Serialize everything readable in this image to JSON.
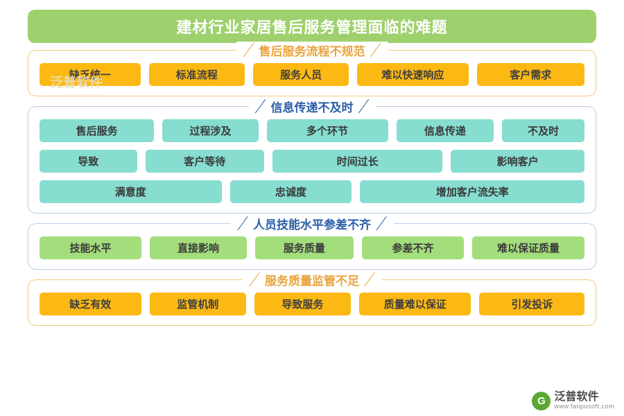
{
  "title": "建材行业家居售后服务管理面临的难题",
  "colors": {
    "title_bg": "#9ed16e",
    "orange_chip": "#fcb913",
    "teal_chip": "#86ddd0",
    "green_chip": "#a3dd7c",
    "orange_border": "#f5c97a",
    "blue_border": "#b9cfe8",
    "blue_title": "#2b5ea8",
    "orange_title": "#e8a33d"
  },
  "sections": [
    {
      "heading": "售后服务流程不规范",
      "rows": [
        [
          "缺乏统一",
          "标准流程",
          "服务人员",
          "难以快速响应",
          "客户需求"
        ]
      ]
    },
    {
      "heading": "信息传递不及时",
      "rows": [
        [
          "售后服务",
          "过程涉及",
          "多个环节",
          "信息传递",
          "不及时"
        ],
        [
          "导致",
          "客户等待",
          "时间过长",
          "影响客户"
        ],
        [
          "满意度",
          "忠诚度",
          "增加客户流失率"
        ]
      ]
    },
    {
      "heading": "人员技能水平参差不齐",
      "rows": [
        [
          "技能水平",
          "直接影响",
          "服务质量",
          "参差不齐",
          "难以保证质量"
        ]
      ]
    },
    {
      "heading": "服务质量监管不足",
      "rows": [
        [
          "缺乏有效",
          "监管机制",
          "导致服务",
          "质量难以保证",
          "引发投诉"
        ]
      ]
    }
  ],
  "decor": {
    "slash": "╱"
  },
  "watermark": {
    "text": "泛普软件",
    "logo_mark": "G",
    "logo_cn": "泛普软件",
    "logo_en": "www.fanpusoft.com"
  }
}
